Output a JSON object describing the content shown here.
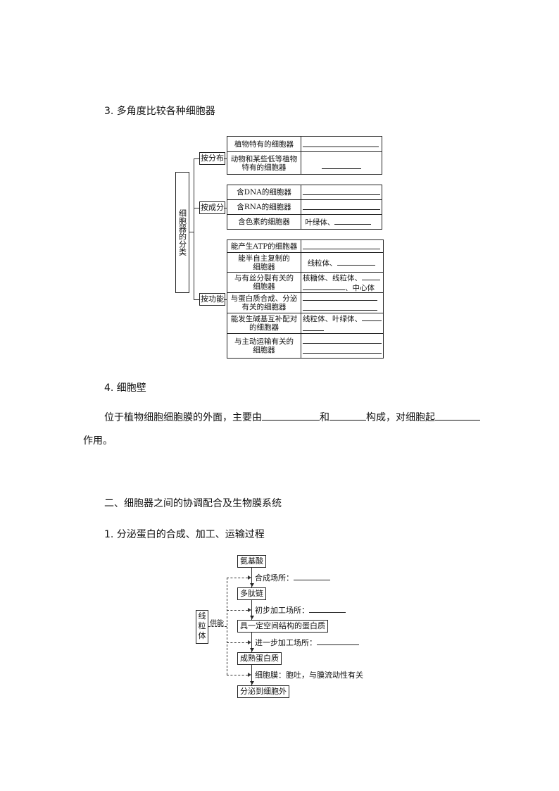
{
  "section3": {
    "title": "3. 多角度比较各种细胞器",
    "root": "细胞器的分类",
    "groups": [
      {
        "label": "按分布",
        "rows": [
          {
            "left": "植物特有的细胞器",
            "right": ""
          },
          {
            "left": "动物和某些低等植物特有的细胞器",
            "right": ""
          }
        ]
      },
      {
        "label": "按成分",
        "rows": [
          {
            "left": "含DNA的细胞器",
            "right": ""
          },
          {
            "left": "含RNA的细胞器",
            "right": ""
          },
          {
            "left": "含色素的细胞器",
            "right": "叶绿体、"
          }
        ]
      },
      {
        "label": "按功能",
        "rows": [
          {
            "left": "能产生ATP的细胞器",
            "right": ""
          },
          {
            "left": "能半自主复制的细胞器",
            "right": "线粒体、"
          },
          {
            "left": "与有丝分裂有关的细胞器",
            "right": "核糖体、线粒体、",
            "right2": "、中心体"
          },
          {
            "left": "与蛋白质合成、分泌有关的细胞器",
            "right": ""
          },
          {
            "left": "能发生碱基互补配对的细胞器",
            "right": "线粒体、叶绿体、"
          },
          {
            "left": "与主动运输有关的细胞器",
            "right": ""
          }
        ]
      }
    ]
  },
  "section4": {
    "title": "4. 细胞壁",
    "text_part1": "位于植物细胞细胞膜的外面，主要由",
    "text_part2": "和",
    "text_part3": "构成，对细胞起",
    "text_part4": "作用。"
  },
  "part2": {
    "title": "二、细胞器之间的协调配合及生物膜系统",
    "sub1_title": "1. 分泌蛋白的合成、加工、运输过程",
    "flow": {
      "boxes": [
        "氨基酸",
        "多肽链",
        "具一定空间结构的蛋白质",
        "成熟蛋白质",
        "分泌到细胞外"
      ],
      "steps": [
        "合成场所：",
        "初步加工场所：",
        "进一步加工场所：",
        "细胞膜：胞吐，与膜流动性有关"
      ],
      "energy_source": "线粒体",
      "energy_label": "供能"
    }
  }
}
